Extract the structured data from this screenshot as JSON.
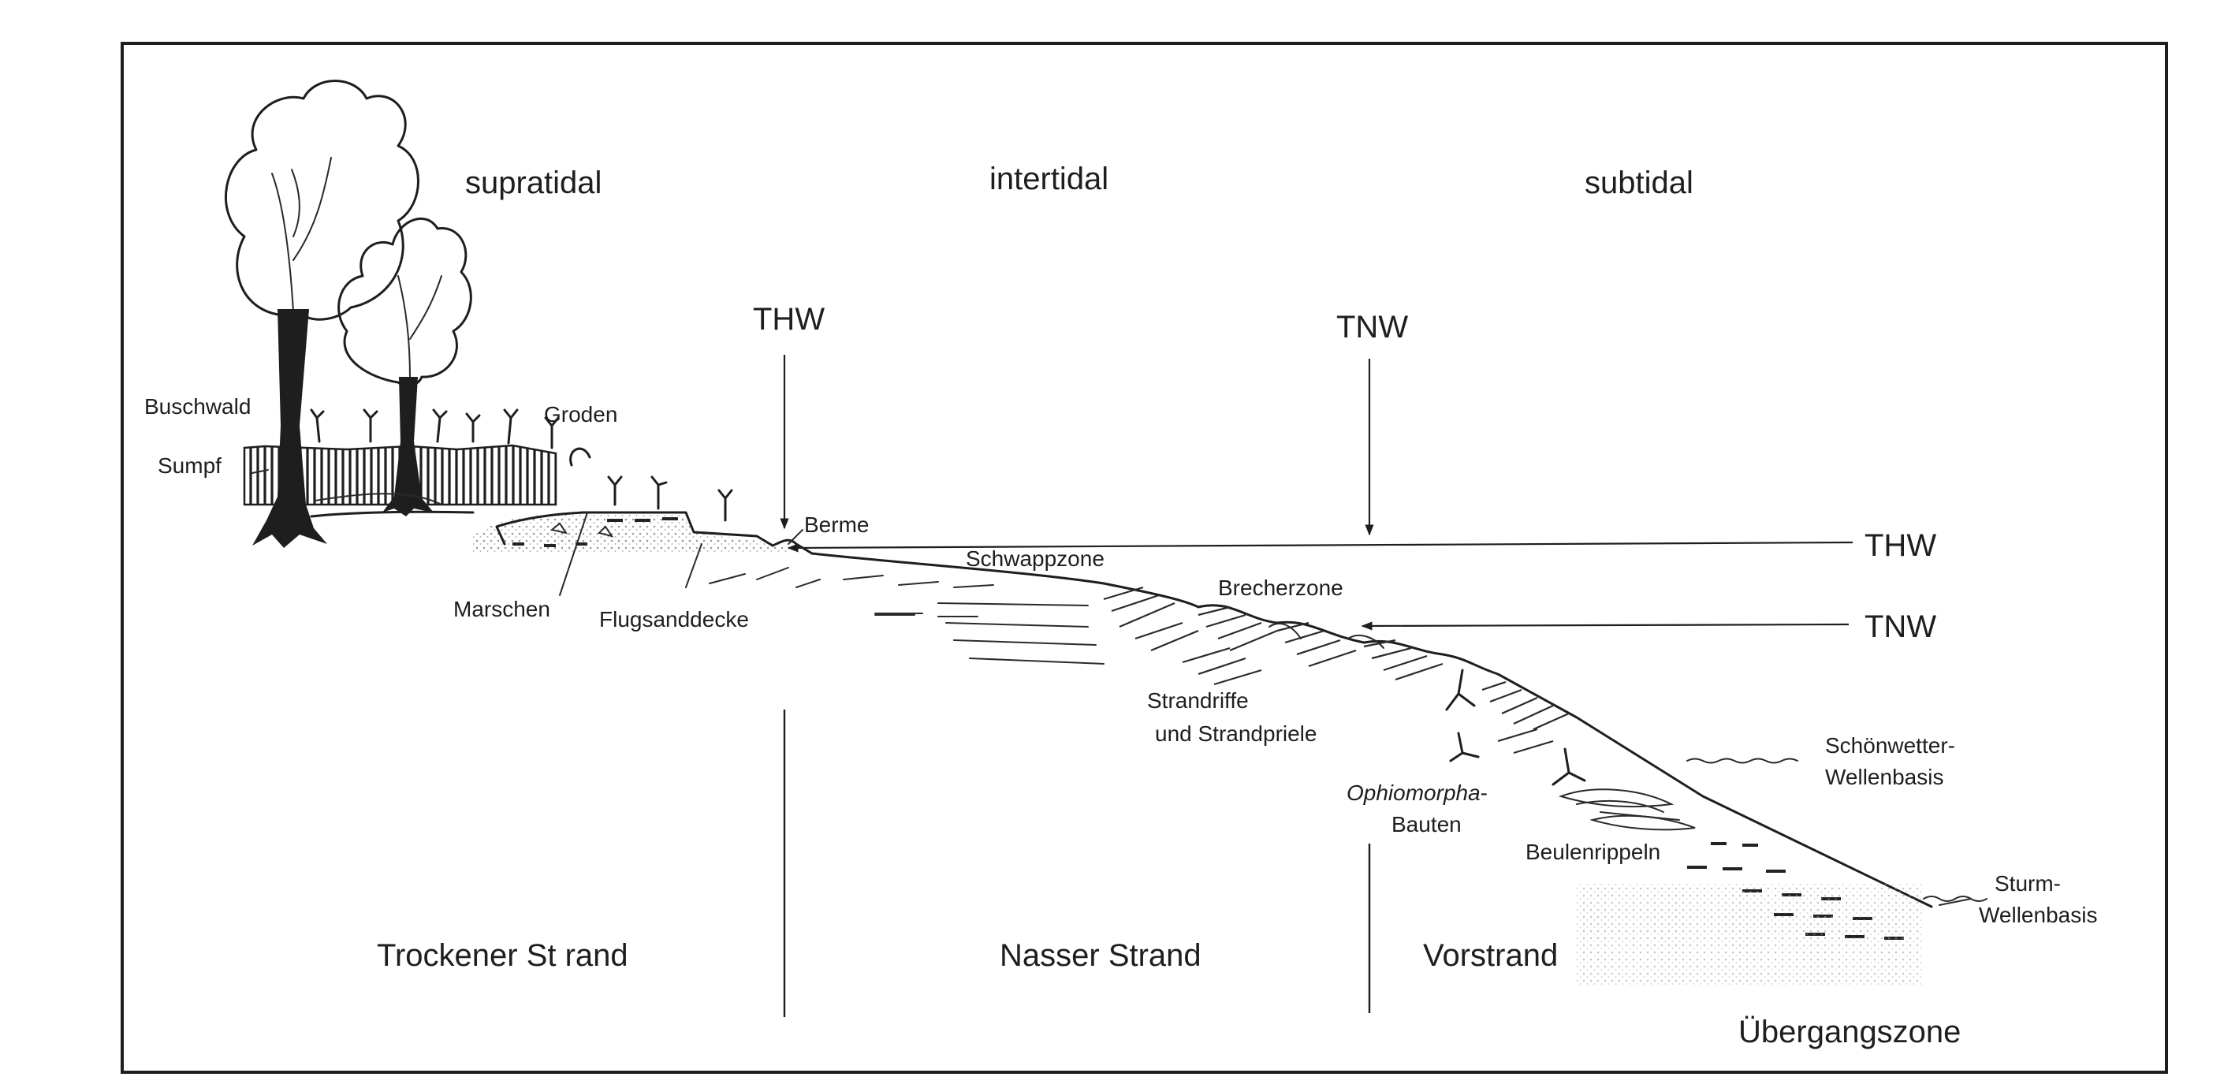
{
  "zones_top": {
    "supratidal": "supratidal",
    "intertidal": "intertidal",
    "subtidal": "subtidal"
  },
  "water_levels": {
    "thw_top": "THW",
    "tnw_top": "TNW",
    "thw_right": "THW",
    "tnw_right": "TNW"
  },
  "features": {
    "buschwald": "Buschwald",
    "sumpf": "Sumpf",
    "groden": "Groden",
    "berme": "Berme",
    "schwappzone": "Schwappzone",
    "brecherzone": "Brecherzone",
    "marschen": "Marschen",
    "flugsanddecke": "Flugsanddecke",
    "strandriffe_1": "Strandriffe",
    "strandriffe_2": "und Strandpriele",
    "ophiomorpha": "Ophiomorpha",
    "ophiomorpha_suffix": "-",
    "bauten": "Bauten",
    "beulenrippeln": "Beulenrippeln",
    "schoenwetter_1": "Schönwetter-",
    "schoenwetter_2": "Wellenbasis",
    "sturm_1": "Sturm-",
    "sturm_2": "Wellenbasis"
  },
  "zones_bottom": {
    "trockener": "Trockener St rand",
    "nasser": "Nasser Strand",
    "vorstrand": "Vorstrand",
    "uebergang": "Übergangszone"
  },
  "colors": {
    "ink": "#1e1e1e",
    "background": "#ffffff",
    "stipple": "#bdbdbd"
  }
}
